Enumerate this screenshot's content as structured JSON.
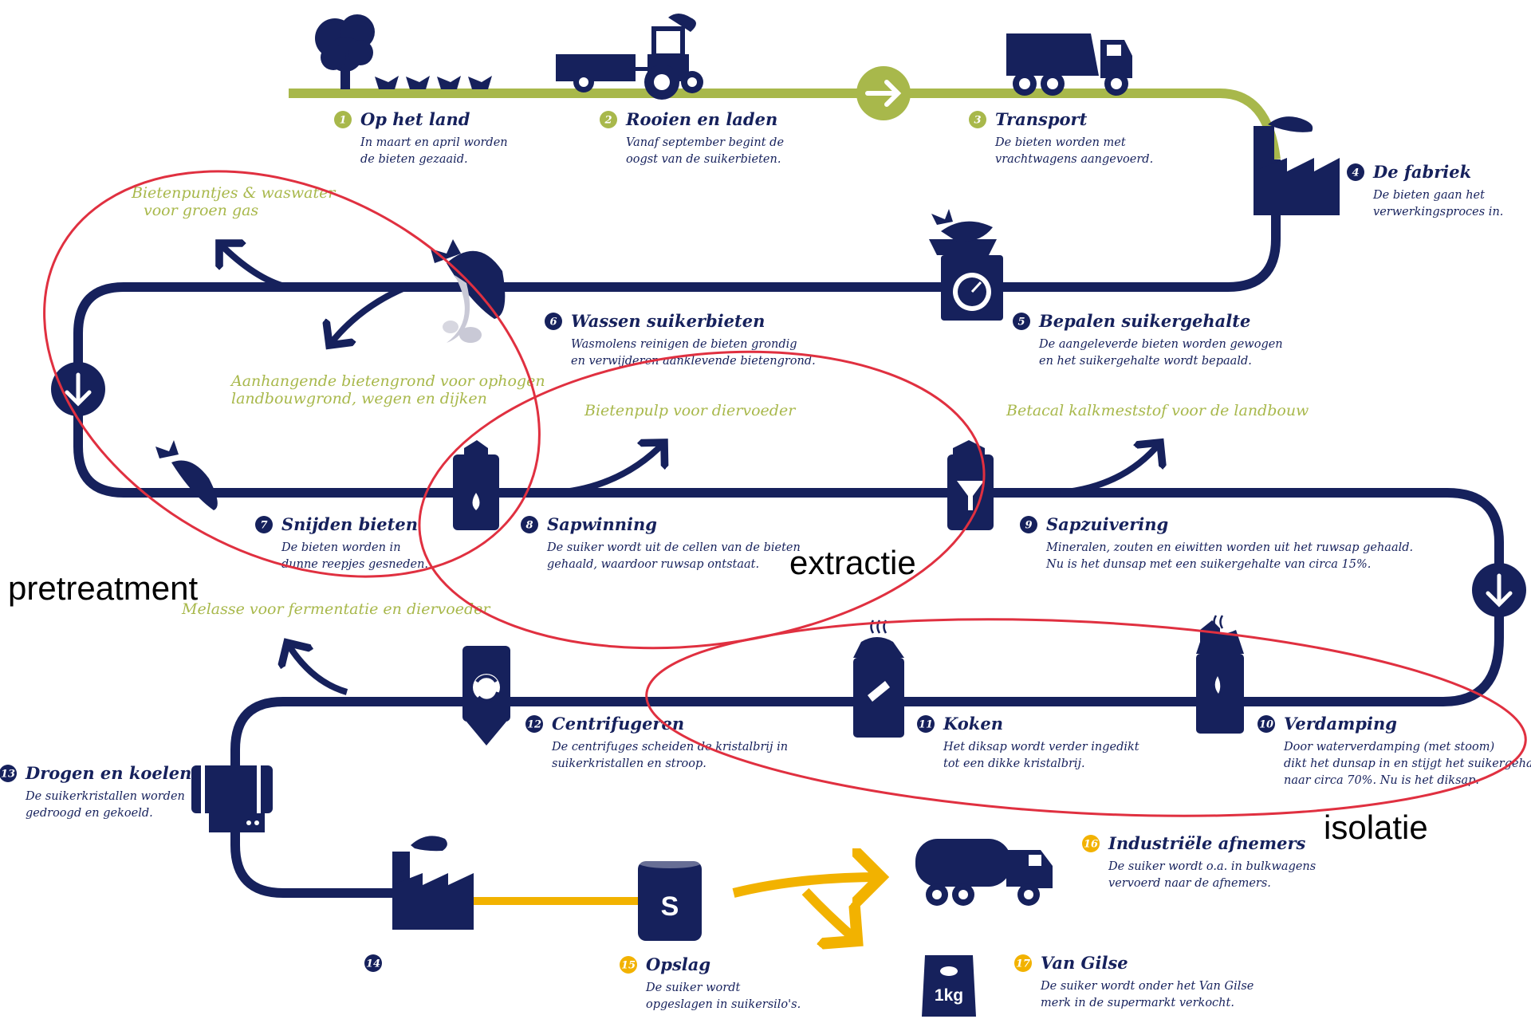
{
  "colors": {
    "navy": "#16215c",
    "green": "#a8b84b",
    "yellow": "#f2b200",
    "red": "#e03040",
    "white": "#ffffff"
  },
  "steps": [
    {
      "num": "1",
      "title": "Op het land",
      "desc": [
        "In maart en april worden",
        "de bieten gezaaid."
      ]
    },
    {
      "num": "2",
      "title": "Rooien en laden",
      "desc": [
        "Vanaf september begint de",
        "oogst van de suikerbieten."
      ]
    },
    {
      "num": "3",
      "title": "Transport",
      "desc": [
        "De bieten worden met",
        "vrachtwagens aangevoerd."
      ]
    },
    {
      "num": "4",
      "title": "De fabriek",
      "desc": [
        "De bieten gaan het",
        "verwerkingsproces in."
      ]
    },
    {
      "num": "5",
      "title": "Bepalen suikergehalte",
      "desc": [
        "De aangeleverde bieten worden gewogen",
        "en het suikergehalte wordt bepaald."
      ]
    },
    {
      "num": "6",
      "title": "Wassen suikerbieten",
      "desc": [
        "Wasmolens reinigen de bieten grondig",
        "en verwijderen aanklevende bietengrond."
      ]
    },
    {
      "num": "7",
      "title": "Snijden bieten",
      "desc": [
        "De bieten worden in",
        "dunne reepjes gesneden."
      ]
    },
    {
      "num": "8",
      "title": "Sapwinning",
      "desc": [
        "De suiker wordt uit de cellen van de bieten",
        "gehaald, waardoor ruwsap ontstaat."
      ]
    },
    {
      "num": "9",
      "title": "Sapzuivering",
      "desc": [
        "Mineralen, zouten en eiwitten worden uit het ruwsap gehaald.",
        "Nu is het dunsap met een suikergehalte van circa 15%."
      ]
    },
    {
      "num": "10",
      "title": "Verdamping",
      "desc": [
        "Door waterverdamping (met stoom)",
        "dikt het dunsap in en stijgt het suikergehalte",
        "naar circa 70%. Nu is het diksap."
      ]
    },
    {
      "num": "11",
      "title": "Koken",
      "desc": [
        "Het diksap wordt verder ingedikt",
        "tot een dikke kristalbrij."
      ]
    },
    {
      "num": "12",
      "title": "Centrifugeren",
      "desc": [
        "De centrifuges scheiden de kristalbrij in",
        "suikerkristallen en stroop."
      ]
    },
    {
      "num": "13",
      "title": "Drogen en koelen",
      "desc": [
        "De suikerkristallen worden",
        "gedroogd en gekoeld."
      ]
    },
    {
      "num": "14",
      "title": "",
      "desc": []
    },
    {
      "num": "15",
      "title": "Opslag",
      "desc": [
        "De suiker wordt",
        "opgeslagen in suikersilo's."
      ]
    },
    {
      "num": "16",
      "title": "Industriële afnemers",
      "desc": [
        "De suiker wordt o.a. in bulkwagens",
        "vervoerd naar de afnemers."
      ]
    },
    {
      "num": "17",
      "title": "Van Gilse",
      "desc": [
        "De suiker wordt onder het Van Gilse",
        "merk in de supermarkt verkocht."
      ]
    }
  ],
  "byproducts": {
    "biogas": [
      "Bietenpuntjes & waswater",
      "voor groen gas"
    ],
    "soil": [
      "Aanhangende bietengrond voor ophogen",
      "landbouwgrond, wegen en dijken"
    ],
    "pulp": "Bietenpulp voor diervoeder",
    "betacal": "Betacal kalkmeststof voor de landbouw",
    "molasses": "Melasse voor fermentatie en diervoeder"
  },
  "annotations": {
    "pretreatment": "pretreatment",
    "extraction": "extractie",
    "isolation": "isolatie"
  },
  "icons": {
    "silo_letter": "S",
    "bag_label": "1kg"
  }
}
